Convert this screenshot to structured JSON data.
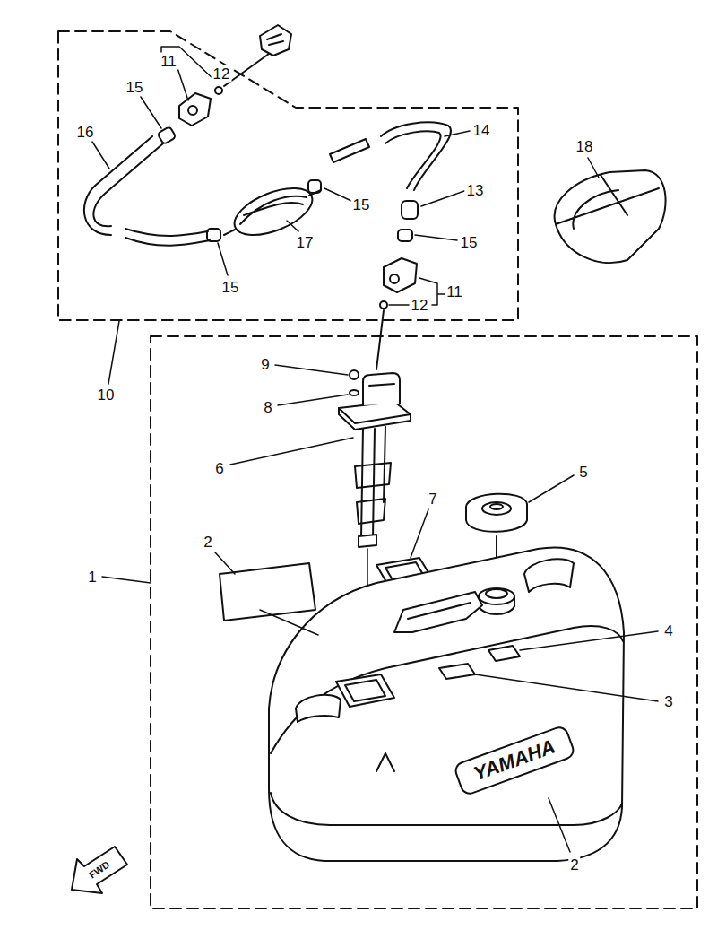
{
  "diagram": {
    "labels": [
      "11",
      "12",
      "15",
      "16",
      "14",
      "18",
      "15",
      "13",
      "17",
      "15",
      "15",
      "11",
      "12",
      "9",
      "10",
      "8",
      "5",
      "6",
      "7",
      "2",
      "1",
      "4",
      "3",
      "YAMAHA",
      "2",
      "FWD"
    ]
  }
}
